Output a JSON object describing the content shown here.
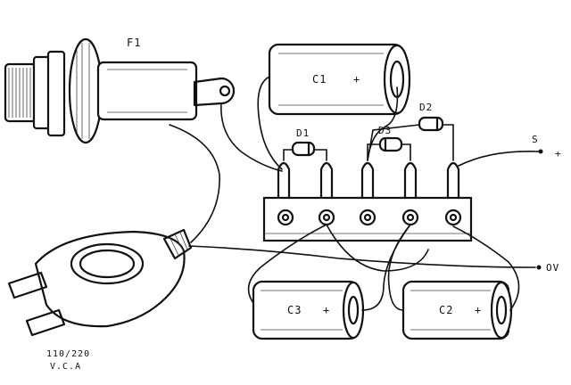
{
  "labels": {
    "fuse": "F1",
    "c1": "C1",
    "c1_pol": "+",
    "c2": "C2",
    "c2_pol": "+",
    "c3": "C3",
    "c3_pol": "+",
    "d1": "D1",
    "d2": "D2",
    "d3": "D3",
    "s": "S",
    "s_pol": "+",
    "ov": "OV",
    "voltage": "110/220",
    "vca": "V.C.A"
  }
}
